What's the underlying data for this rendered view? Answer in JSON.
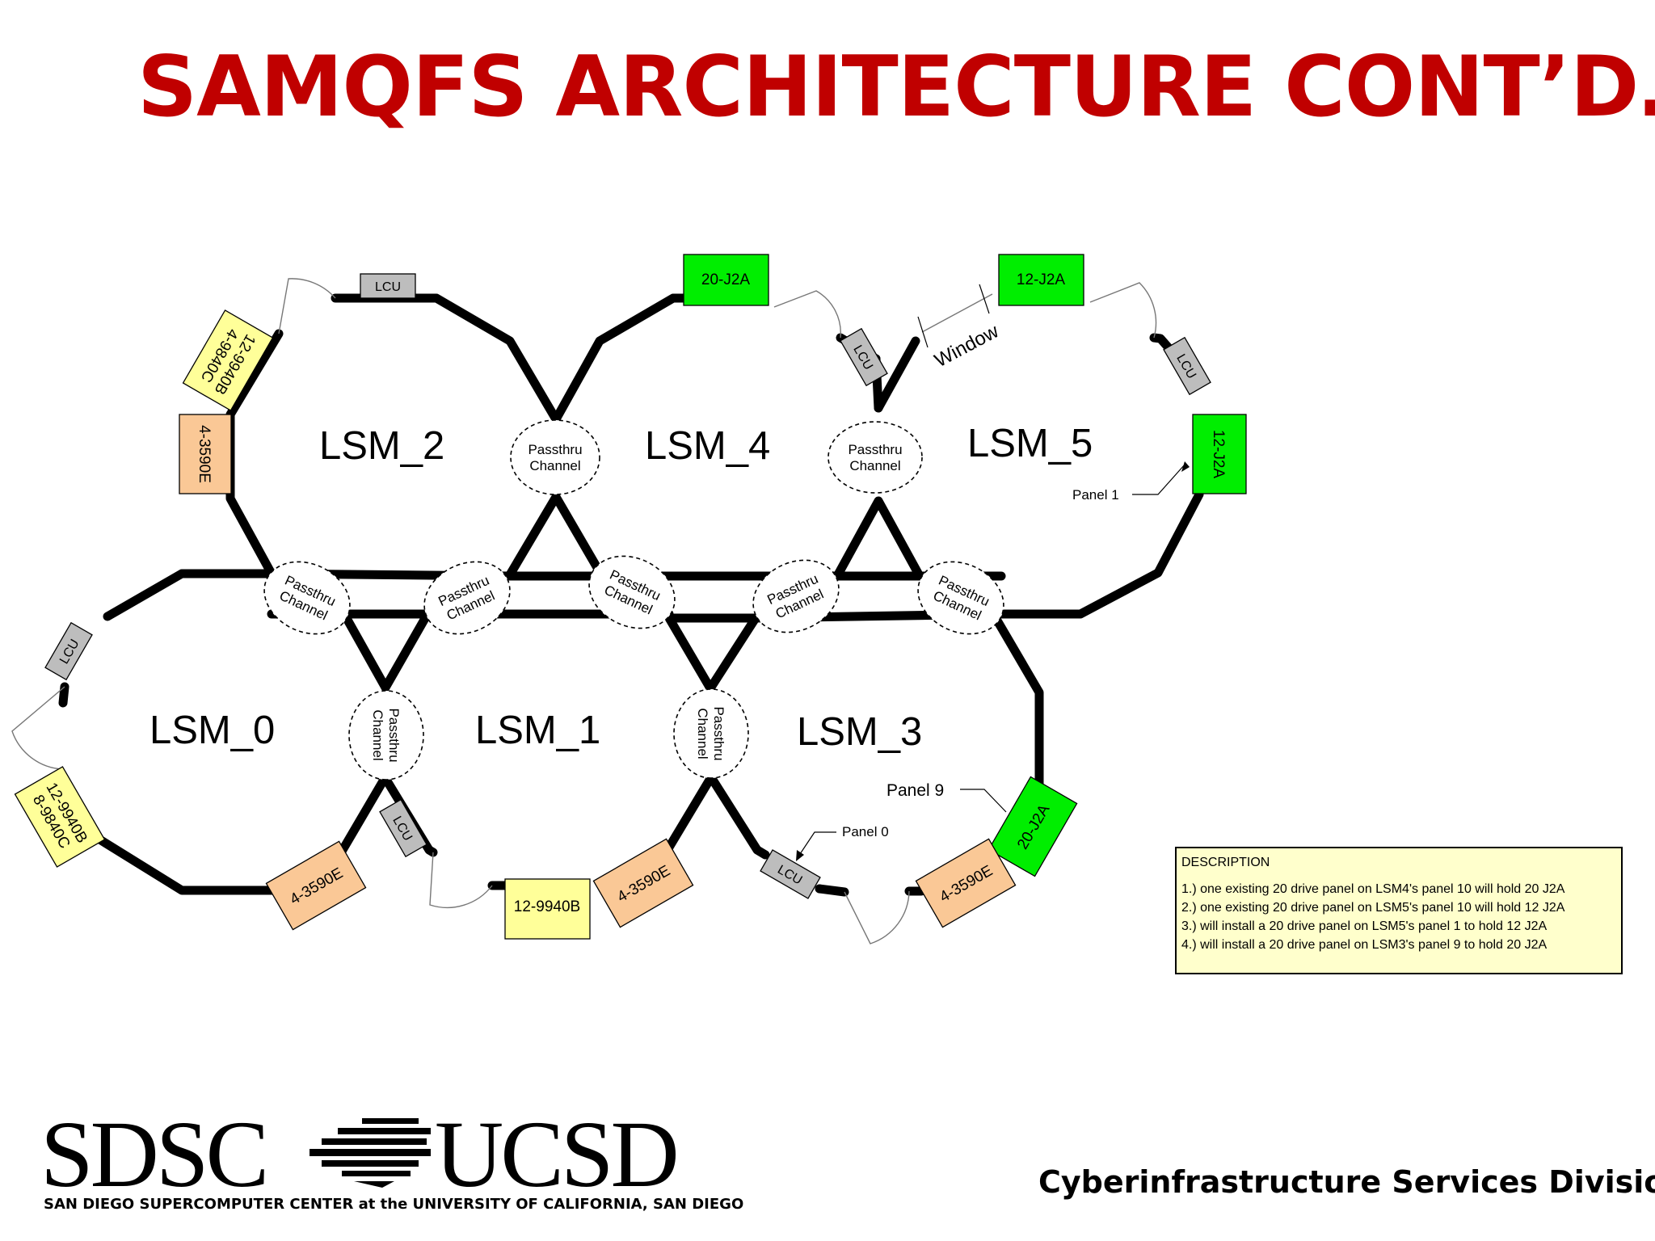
{
  "title": "SAMQFS ARCHITECTURE CONT’D…",
  "lsm_labels": {
    "lsm0": "LSM_0",
    "lsm1": "LSM_1",
    "lsm2": "LSM_2",
    "lsm3": "LSM_3",
    "lsm4": "LSM_4",
    "lsm5": "LSM_5"
  },
  "passthru": {
    "line1": "Passthru",
    "line2": "Channel"
  },
  "lcu_label": "LCU",
  "drive_panels": {
    "lsm4_top": "20-J2A",
    "lsm5_top": "12-J2A",
    "lsm5_right": "12-J2A",
    "lsm3_panel9": "20-J2A",
    "lsm2_left": "4-3590E",
    "lsm2_topleft_line1": "12-9940B",
    "lsm2_topleft_line2": "4-9840C",
    "lsm0_left_line1": "12-9940B",
    "lsm0_left_line2": "8-9840C",
    "lsm0_bottom": "4-3590E",
    "lsm1_bottom_left": "12-9940B",
    "lsm1_bottom_right": "4-3590E",
    "lsm3_bottom": "4-3590E"
  },
  "callouts": {
    "window": "Window",
    "panel1": "Panel 1",
    "panel9": "Panel 9",
    "panel0": "Panel 0"
  },
  "description": {
    "heading": "DESCRIPTION",
    "items": [
      "1.) one existing 20 drive panel on LSM4's panel 10 will hold 20 J2A",
      "2.) one existing 20 drive panel on LSM5's panel 10 will hold 12 J2A",
      "3.) will install a 20 drive panel on LSM5's panel 1 to hold 12 J2A",
      "4.) will install a 20 drive panel on LSM3's panel 9 to hold 20 J2A"
    ]
  },
  "footer": {
    "logo_left": "SDSC",
    "logo_right": "UCSD",
    "logo_caption": "SAN DIEGO SUPERCOMPUTER CENTER  at the UNIVERSITY OF CALIFORNIA, SAN DIEGO",
    "division": "Cyberinfrastructure Services Division"
  },
  "colors": {
    "title": "#c00000",
    "green_panel": "#00ee00",
    "orange_panel": "#fac896",
    "yellow_panel": "#ffff99",
    "lcu": "#bdbdbd",
    "description_bg": "#ffffcc"
  }
}
